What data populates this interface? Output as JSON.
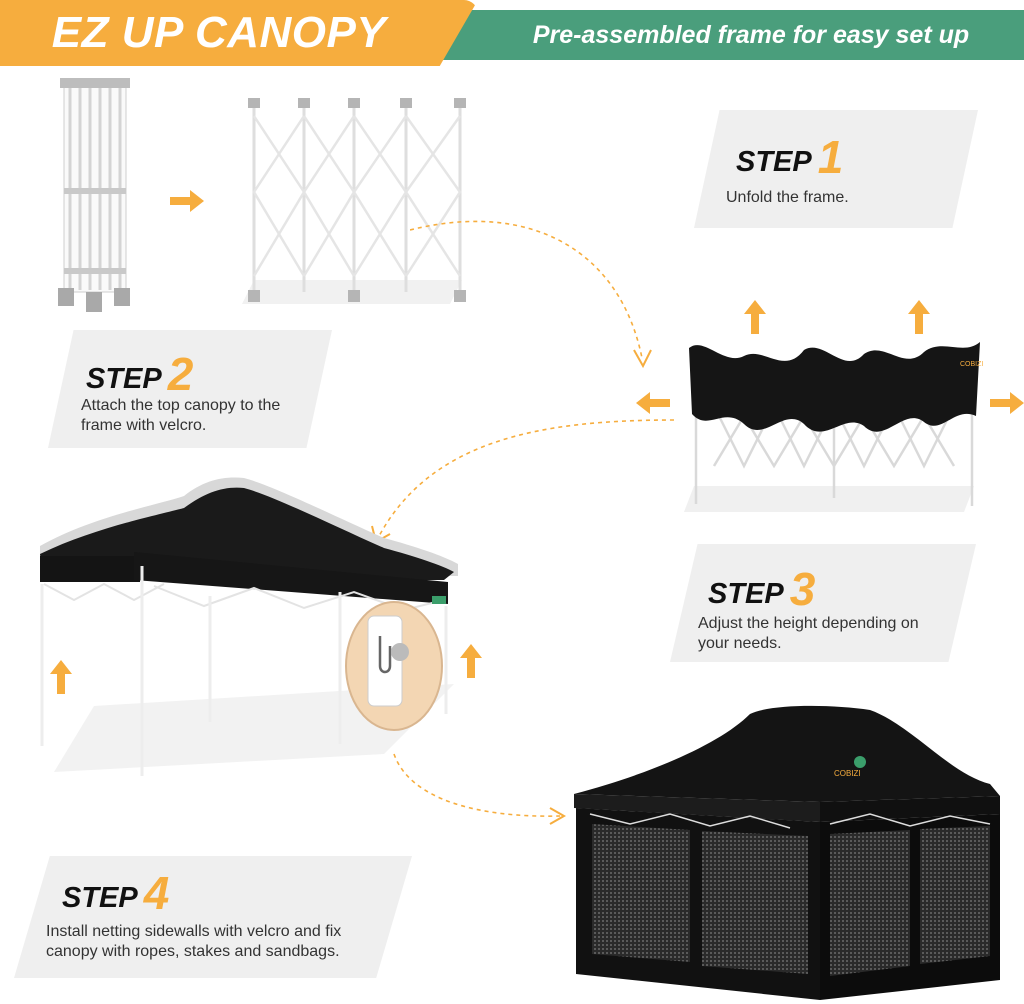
{
  "header": {
    "title": "EZ UP CANOPY",
    "subtitle": "Pre-assembled frame for easy set up"
  },
  "steps": [
    {
      "label": "STEP",
      "number": "1",
      "description": "Unfold the frame."
    },
    {
      "label": "STEP",
      "number": "2",
      "description": "Attach the top canopy to the frame with velcro."
    },
    {
      "label": "STEP",
      "number": "3",
      "description": "Adjust the height depending on your needs."
    },
    {
      "label": "STEP",
      "number": "4",
      "description": "Install netting sidewalls with velcro and fix canopy with ropes, stakes and sandbags."
    }
  ],
  "canopy_brand": "COBIZI",
  "colors": {
    "accent_orange": "#f6ad3e",
    "header_green": "#4a9e7c",
    "card_gray": "#efefef",
    "canopy_black": "#151515",
    "frame_white": "#f2f2f2"
  }
}
